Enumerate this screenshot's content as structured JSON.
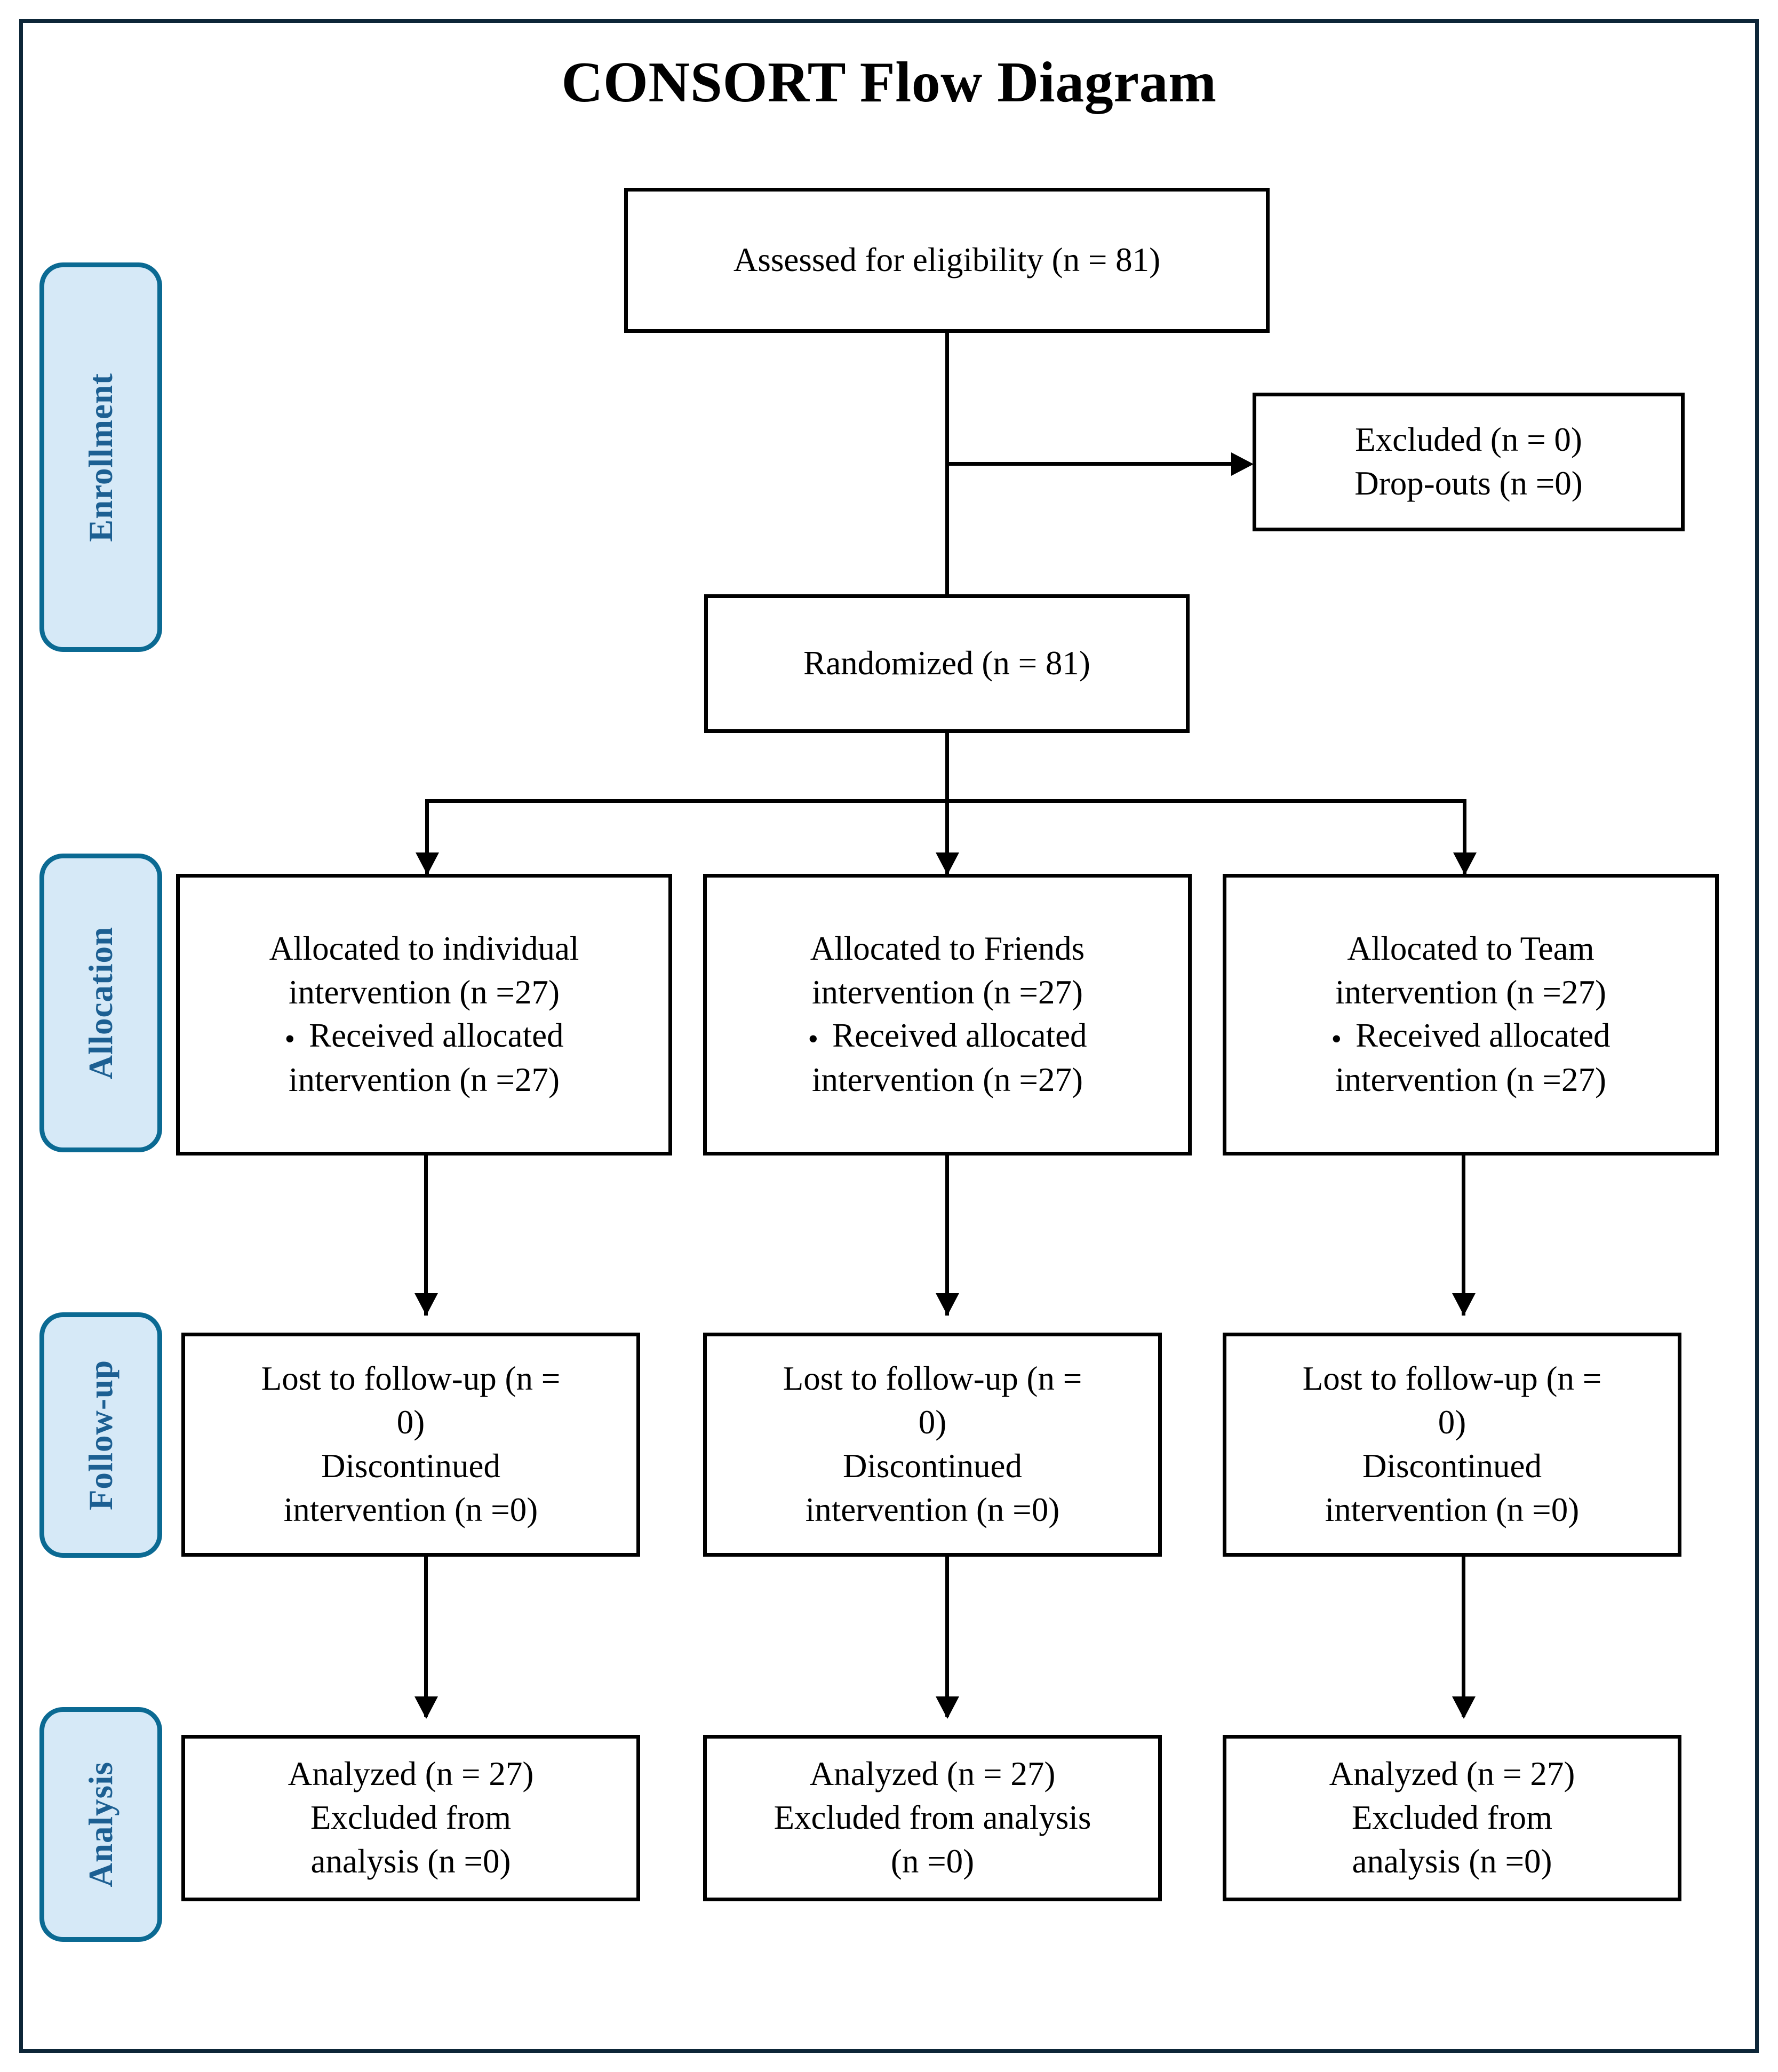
{
  "figure": {
    "title": "CONSORT Flow Diagram",
    "frame_color": "#0d2638",
    "chip_fill": "#d6e9f7",
    "chip_border": "#0b6a93",
    "chip_text_color": "#1c5f92",
    "box_border_color": "#000000",
    "connector_color": "#000000"
  },
  "stages": [
    {
      "id": "enrollment",
      "label": "Enrollment"
    },
    {
      "id": "allocation",
      "label": "Allocation"
    },
    {
      "id": "followup",
      "label": "Follow-up"
    },
    {
      "id": "analysis",
      "label": "Analysis"
    }
  ],
  "enrollment": {
    "assessed": {
      "line1": "Assessed for eligibility (n = 81)"
    },
    "excluded": {
      "line1": "Excluded  (n = 0)",
      "line2": "Drop-outs (n =0)"
    },
    "randomized": {
      "line1": "Randomized (n = 81)"
    }
  },
  "allocation": {
    "arms": [
      {
        "id": "individual",
        "line1": "Allocated to individual",
        "line2": "intervention (n =27)",
        "bullet1": "Received allocated",
        "bullet2": "intervention (n =27)"
      },
      {
        "id": "friends",
        "line1": "Allocated to Friends",
        "line2": "intervention (n =27)",
        "bullet1": "Received allocated",
        "bullet2": "intervention (n =27)"
      },
      {
        "id": "team",
        "line1": "Allocated to Team",
        "line2": "intervention (n =27)",
        "bullet1": "Received allocated",
        "bullet2": "intervention (n =27)"
      }
    ]
  },
  "followup": {
    "arms": [
      {
        "id": "individual",
        "line1": "Lost to follow-up (n =",
        "line2": "0)",
        "line3": "Discontinued",
        "line4": "intervention (n =0)"
      },
      {
        "id": "friends",
        "line1": "Lost to follow-up (n =",
        "line2": "0)",
        "line3": "Discontinued",
        "line4": "intervention (n =0)"
      },
      {
        "id": "team",
        "line1": "Lost to follow-up (n =",
        "line2": "0)",
        "line3": "Discontinued",
        "line4": "intervention (n =0)"
      }
    ]
  },
  "analysis": {
    "arms": [
      {
        "id": "individual",
        "line1": "Analyzed (n = 27)",
        "line2": "Excluded  from",
        "line3": "analysis (n =0)"
      },
      {
        "id": "friends",
        "line1": "Analyzed (n = 27)",
        "line2": "Excluded  from analysis",
        "line3": "(n =0)"
      },
      {
        "id": "team",
        "line1": "Analyzed (n = 27)",
        "line2": "Excluded  from",
        "line3": "analysis (n =0)"
      }
    ]
  },
  "icons": {
    "bullet": "•"
  }
}
